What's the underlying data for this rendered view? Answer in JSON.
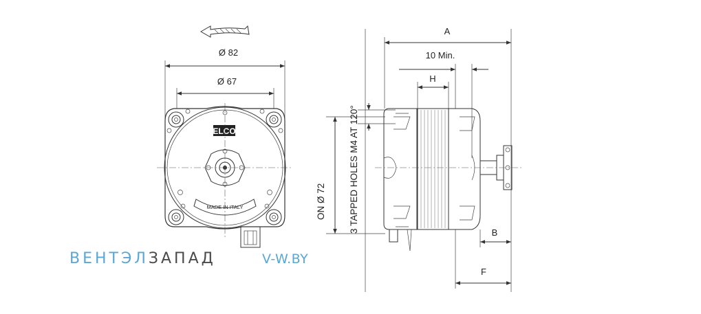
{
  "front_view": {
    "dim_outer": "Ø 82",
    "dim_inner": "Ø 67",
    "logo_text": "ELCO",
    "plate_text": "MADE IN ITALY"
  },
  "side_view": {
    "dim_a": "A",
    "dim_min": "10   Min.",
    "dim_h": "H",
    "dim_b": "B",
    "dim_f": "F",
    "label_holes": "3 TAPPED HOLES M4   AT 120°",
    "label_on": "ON   Ø 72"
  },
  "watermark": {
    "brand_part1": "ВЕНТЭЛ",
    "brand_part2": "ЗАПАД",
    "site": "V-W.BY"
  }
}
